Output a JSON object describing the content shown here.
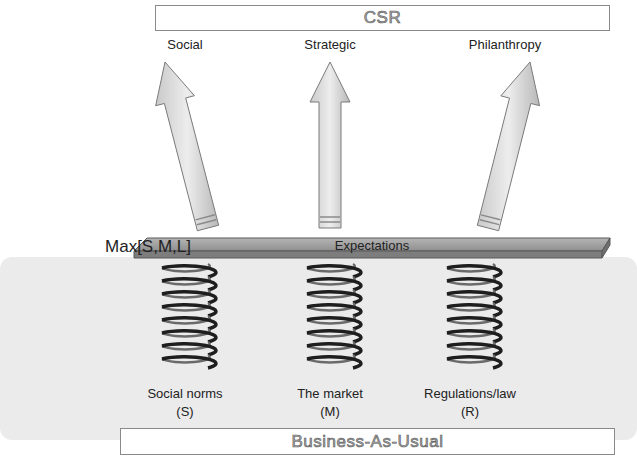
{
  "diagram": {
    "nodes": [
      {
        "text": [
          "CSR"
        ]
      },
      {
        "text": [
          "Expectations"
        ]
      },
      {
        "text": [
          "Business-As-Usual"
        ]
      }
    ],
    "labels": [
      "Social",
      "Strategic",
      "Philanthropy",
      "Max[S,M,L]",
      "Social norms",
      "(S)",
      "The market",
      "(M)",
      "Regulations/law",
      "(R)"
    ]
  }
}
